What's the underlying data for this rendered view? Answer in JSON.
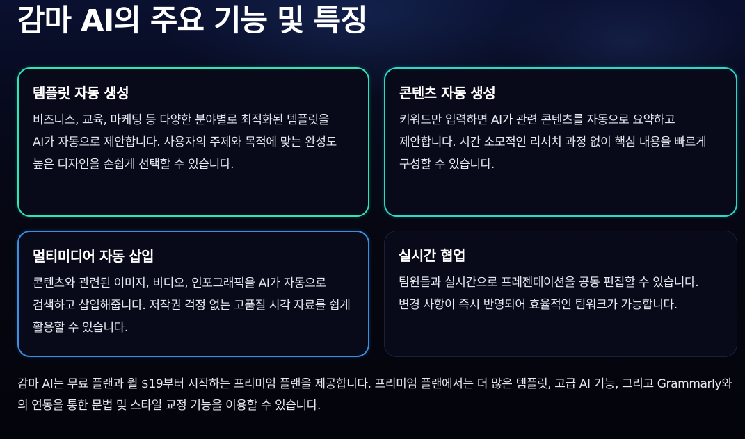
{
  "page": {
    "title": "감마 AI의 주요 기능 및 특징"
  },
  "cards": [
    {
      "title": "템플릿 자동 생성",
      "body": "비즈니스, 교육, 마케팅 등 다양한 분야별로 최적화된 템플릿을 AI가 자동으로 제안합니다. 사용자의 주제와 목적에 맞는 완성도 높은 디자인을 손쉽게 선택할 수 있습니다."
    },
    {
      "title": "콘텐츠 자동 생성",
      "body": "키워드만 입력하면 AI가 관련 콘텐츠를 자동으로 요약하고 제안합니다. 시간 소모적인 리서치 과정 없이 핵심 내용을 빠르게 구성할 수 있습니다."
    },
    {
      "title": "멀티미디어 자동 삽입",
      "body": "콘텐츠와 관련된 이미지, 비디오, 인포그래픽을 AI가 자동으로 검색하고 삽입해줍니다. 저작권 걱정 없는 고품질 시각 자료를 쉽게 활용할 수 있습니다."
    },
    {
      "title": "실시간 협업",
      "body": "팀원들과 실시간으로 프레젠테이션을 공동 편집할 수 있습니다. 변경 사항이 즉시 반영되어 효율적인 팀워크가 가능합니다."
    }
  ],
  "footer": {
    "text": "감마 AI는 무료 플랜과 월 $19부터 시작하는 프리미엄 플랜을 제공합니다. 프리미엄 플랜에서는 더 많은 템플릿, 고급 AI 기능, 그리고 Grammarly와의 연동을 통한 문법 및 스타일 교정 기능을 이용할 수 있습니다."
  },
  "colors": {
    "background": "#05060f",
    "card_border_1": "#2ee6b4",
    "card_border_2": "#2ad9c8",
    "card_border_3": "#3a8fe0",
    "card_border_4": "#1b2238"
  }
}
